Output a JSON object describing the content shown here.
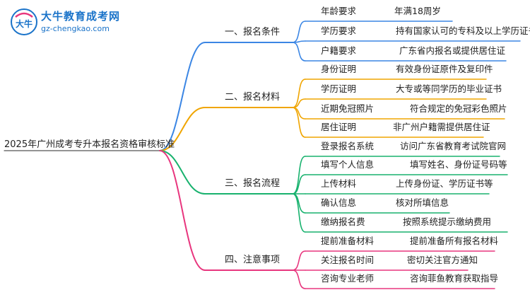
{
  "logo": {
    "title": "大牛教育成考网",
    "url": "gz-chengkao.com",
    "mark_text": "大牛"
  },
  "root": "2025年广州成考专升本报名资格审核标准",
  "colors": {
    "sec1": "#3b86e4",
    "sec2": "#f0a500",
    "sec3": "#18b26e",
    "sec4": "#e8367e",
    "logo": "#1a73c9"
  },
  "sections": [
    {
      "title": "一、报名条件",
      "items": [
        {
          "label": "年龄要求",
          "value": "年满18周岁"
        },
        {
          "label": "学历要求",
          "value": "持有国家认可的专科及以上学历证书"
        },
        {
          "label": "户籍要求",
          "value": "广东省内报名或提供居住证"
        }
      ]
    },
    {
      "title": "二、报名材料",
      "items": [
        {
          "label": "身份证明",
          "value": "有效身份证原件及复印件"
        },
        {
          "label": "学历证明",
          "value": "大专或等同学历的毕业证书"
        },
        {
          "label": "近期免冠照片",
          "value": "符合规定的免冠彩色照片"
        },
        {
          "label": "居住证明",
          "value": "非广州户籍需提供居住证"
        }
      ]
    },
    {
      "title": "三、报名流程",
      "items": [
        {
          "label": "登录报名系统",
          "value": "访问广东省教育考试院官网"
        },
        {
          "label": "填写个人信息",
          "value": "填写姓名、身份证号码等"
        },
        {
          "label": "上传材料",
          "value": "上传身份证、学历证书等"
        },
        {
          "label": "确认信息",
          "value": "核对所填信息"
        },
        {
          "label": "缴纳报名费",
          "value": "按照系统提示缴纳费用"
        }
      ]
    },
    {
      "title": "四、注意事项",
      "items": [
        {
          "label": "提前准备材料",
          "value": "提前准备所有报名材料"
        },
        {
          "label": "关注报名时间",
          "value": "密切关注官方通知"
        },
        {
          "label": "咨询专业老师",
          "value": "咨询菲鱼教育获取指导"
        }
      ]
    }
  ]
}
